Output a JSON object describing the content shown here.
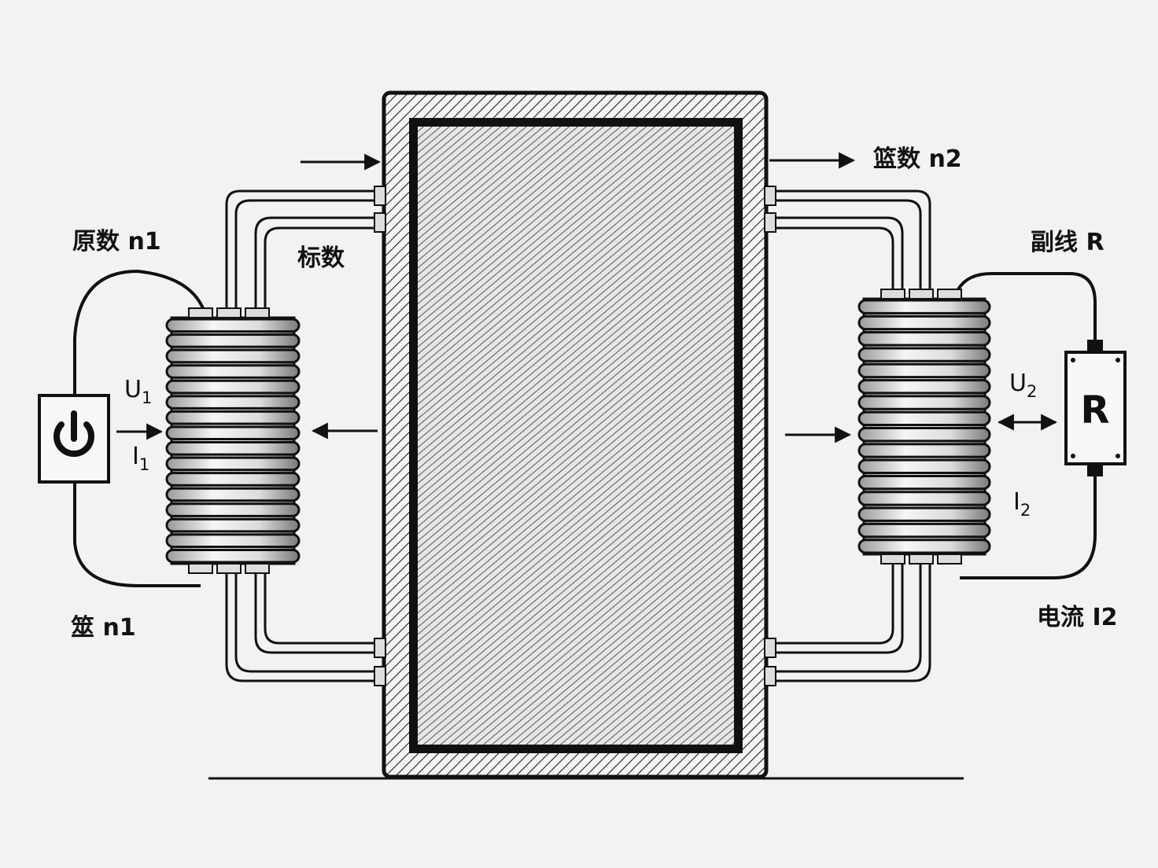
{
  "labels": {
    "primary_turns": "原数 n1",
    "core_label": "标数",
    "primary_coil_label": "筮 n1",
    "secondary_turns": "篮数 n2",
    "load_label": "副线 R",
    "secondary_current": "电流 I2"
  },
  "symbols": {
    "u1": "U",
    "u1_sub": "1",
    "i1": "I",
    "i1_sub": "1",
    "u2": "U",
    "u2_sub": "2",
    "i2": "I",
    "i2_sub": "2",
    "resistor": "R"
  },
  "colors": {
    "ink": "#111111",
    "paper": "#f2f2f0",
    "core_fill": "#d8d8d6"
  }
}
